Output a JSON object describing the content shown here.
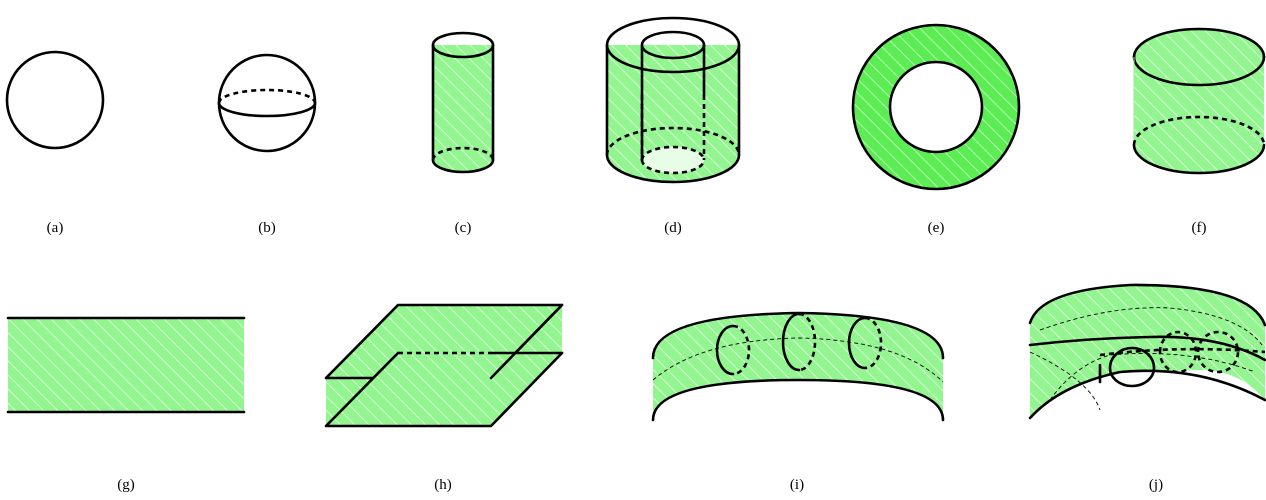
{
  "colors": {
    "fill": "#93f58f",
    "fill_dark": "#5ced55",
    "hatch": "#d8fcd5",
    "inner": "#e8fde6",
    "line": "#000000"
  },
  "panels": [
    {
      "id": "a",
      "label": "(a)",
      "shape": "disk"
    },
    {
      "id": "b",
      "label": "(b)",
      "shape": "sphere"
    },
    {
      "id": "c",
      "label": "(c)",
      "shape": "solid-cylinder"
    },
    {
      "id": "d",
      "label": "(d)",
      "shape": "hollow-cylinder"
    },
    {
      "id": "e",
      "label": "(e)",
      "shape": "annulus"
    },
    {
      "id": "f",
      "label": "(f)",
      "shape": "cylinder-surface"
    },
    {
      "id": "g",
      "label": "(g)",
      "shape": "strip"
    },
    {
      "id": "h",
      "label": "(h)",
      "shape": "slab"
    },
    {
      "id": "i",
      "label": "(i)",
      "shape": "curved-band-with-circles"
    },
    {
      "id": "j",
      "label": "(j)",
      "shape": "curved-solid-with-loops"
    }
  ]
}
